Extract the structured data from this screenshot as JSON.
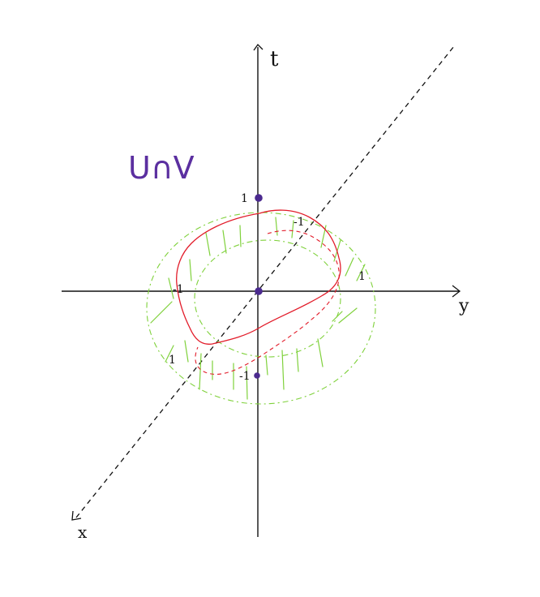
{
  "figure": {
    "title": "U∩V",
    "axis_labels": {
      "vertical": "t",
      "horizontal": "y",
      "diagonal": "x"
    },
    "tick_labels": {
      "t_upper": "1",
      "t_lower": "-1",
      "y_pos": "1",
      "y_neg": "-1",
      "x_pos": "1",
      "x_neg": "-1"
    },
    "colors": {
      "axes": "#111111",
      "title": "#5b2fa0",
      "points": "#4b2a8f",
      "curve": "#e21c2a",
      "hatch": "#7fd13b"
    }
  }
}
